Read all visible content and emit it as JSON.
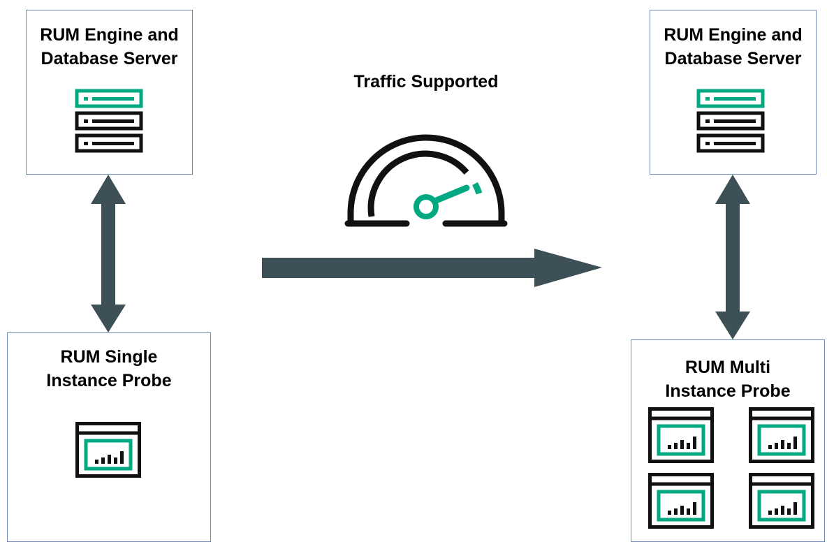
{
  "left": {
    "server_title": "RUM Engine and\nDatabase Server",
    "probe_title": "RUM Single\nInstance Probe"
  },
  "right": {
    "server_title": "RUM Engine and\nDatabase Server",
    "probe_title": "RUM Multi\nInstance Probe"
  },
  "center": {
    "traffic_label": "Traffic Supported"
  },
  "colors": {
    "accent": "#01a982",
    "arrow": "#3d4f57",
    "box_border": "#6f8bb8",
    "icon_dark": "#111111"
  },
  "icons": {
    "server": "server-stack-icon",
    "probe": "probe-chart-window-icon",
    "gauge": "speedometer-gauge-icon"
  }
}
